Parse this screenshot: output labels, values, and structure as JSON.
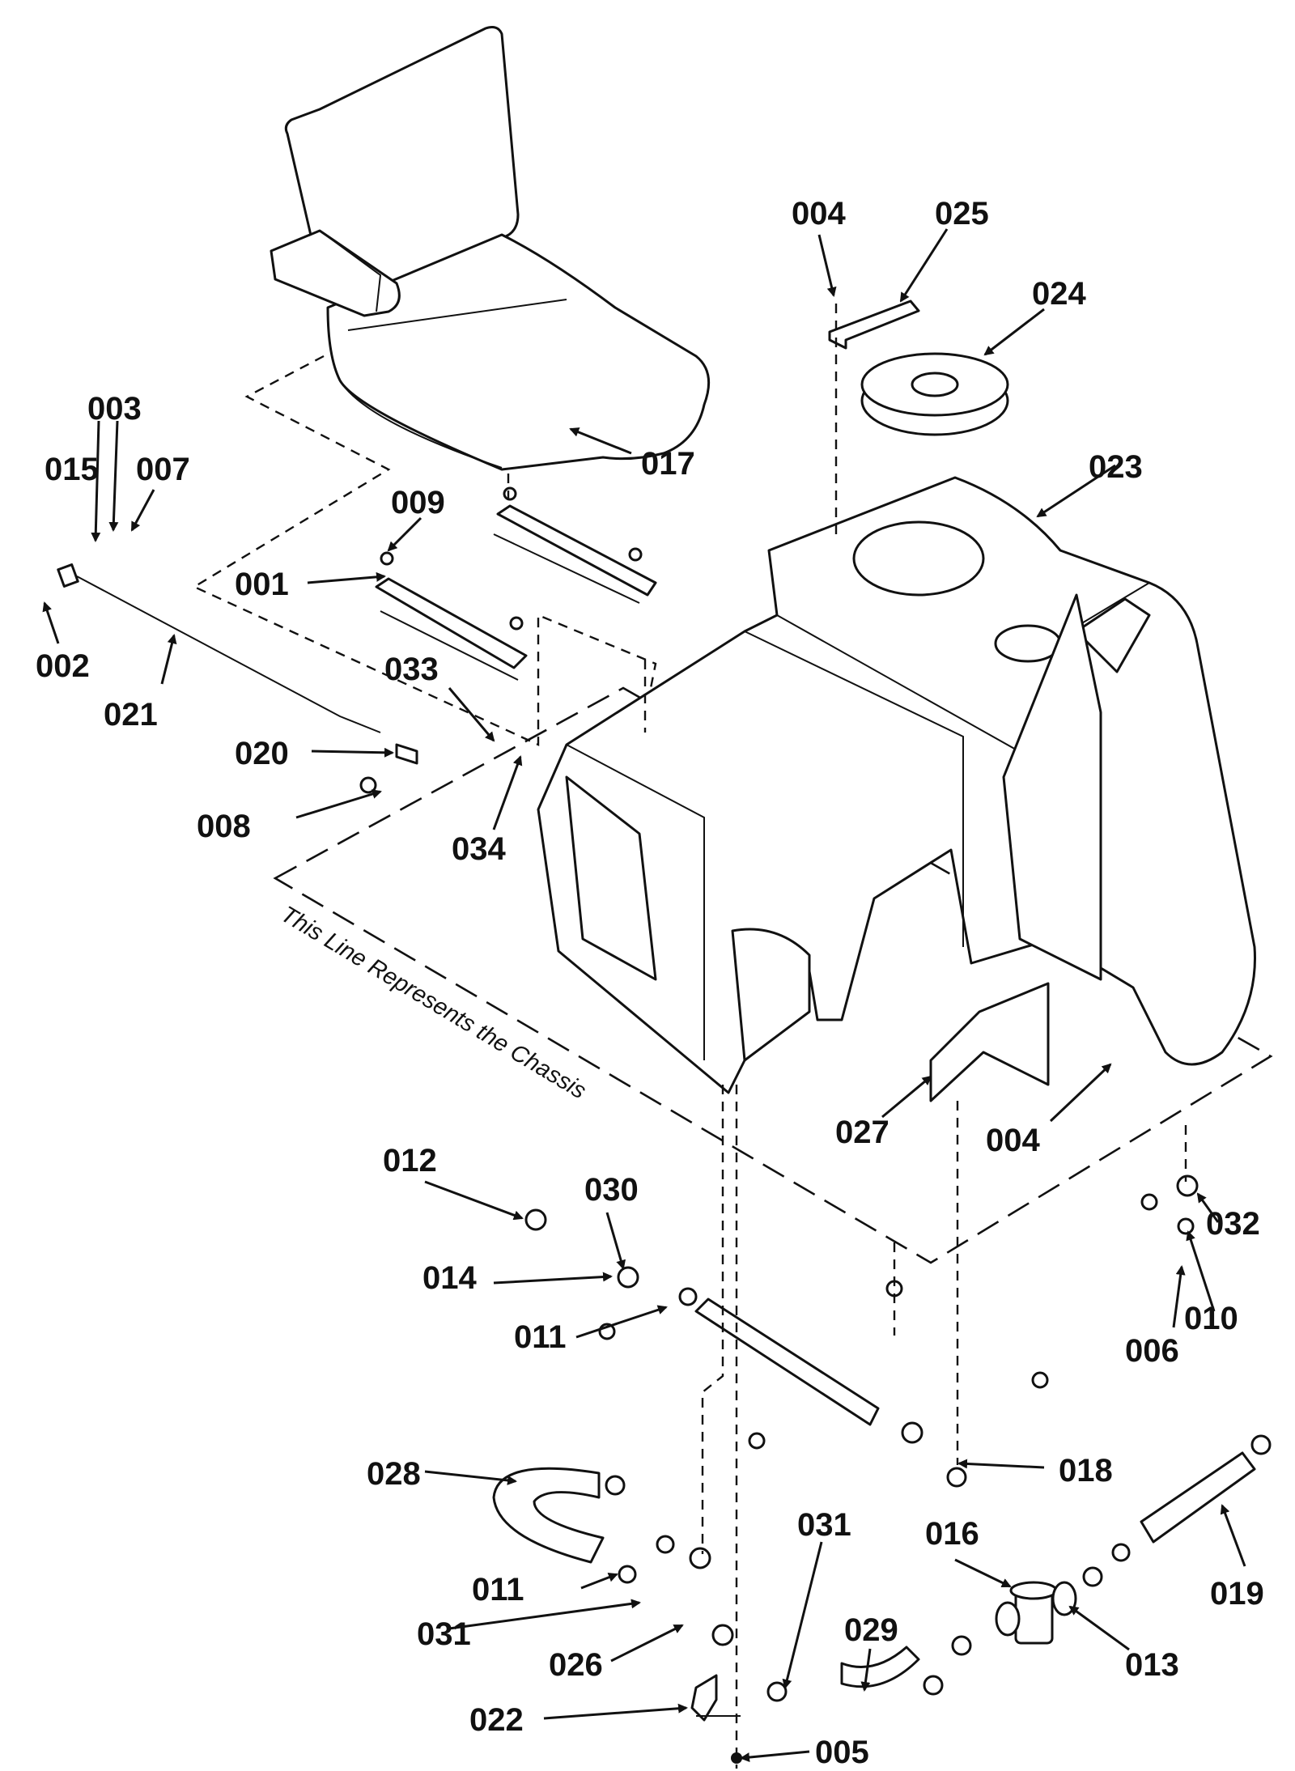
{
  "diagram": {
    "note": "This Line Represents the Chassis",
    "callouts": [
      "001",
      "002",
      "003",
      "004",
      "004",
      "005",
      "006",
      "007",
      "008",
      "009",
      "010",
      "011",
      "011",
      "012",
      "013",
      "014",
      "015",
      "016",
      "017",
      "018",
      "019",
      "020",
      "021",
      "022",
      "023",
      "024",
      "025",
      "026",
      "027",
      "028",
      "029",
      "030",
      "031",
      "031",
      "032",
      "033",
      "034"
    ]
  }
}
